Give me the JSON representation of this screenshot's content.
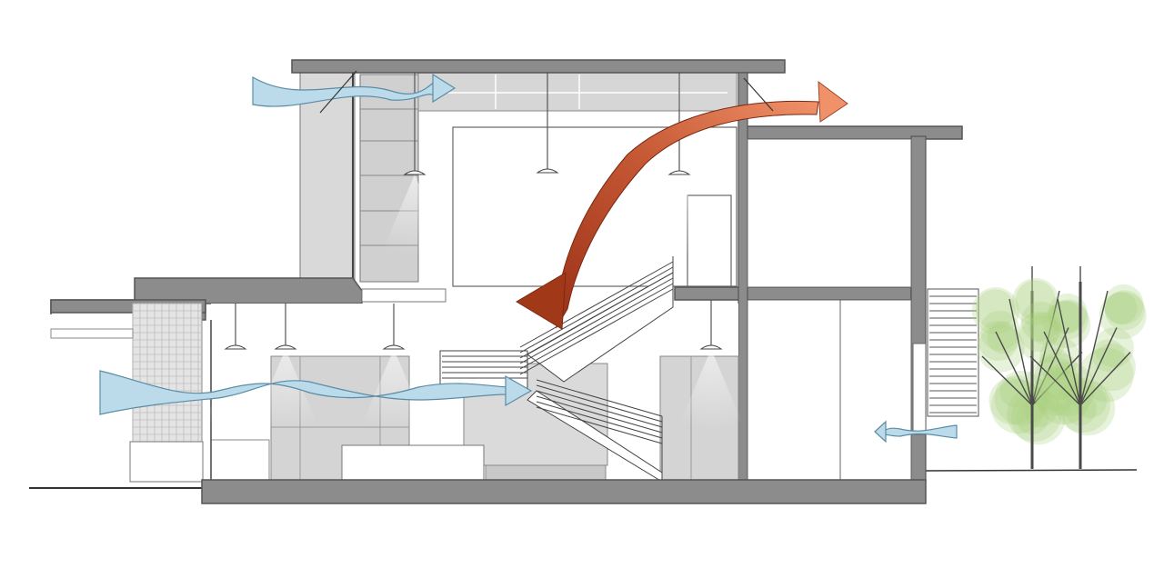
{
  "diagram": {
    "kind": "building-section",
    "labels": [],
    "colors": {
      "structure": "#8c8c8c",
      "structure_stroke": "#555555",
      "glazing": "#d4d4d4",
      "glazing_light": "#e6e6e6",
      "cool_air": "#bcdbea",
      "cool_air_stroke": "#5a8ca6",
      "warm_air_start": "#f0916a",
      "warm_air_end": "#9c3018",
      "tree_foliage": "#a9cf7f",
      "tree_trunk": "#4a4a4a",
      "ground": "#333333"
    },
    "airflows": [
      {
        "name": "cool-air-clerestory-inflow",
        "type": "cool"
      },
      {
        "name": "cool-air-ground-floor-inflow",
        "type": "cool"
      },
      {
        "name": "cool-air-side-inflow",
        "type": "cool"
      },
      {
        "name": "warm-air-stack-exhaust",
        "type": "warm"
      }
    ],
    "elements": [
      "roof-slab",
      "clerestory-windows",
      "stair",
      "pendant-lights",
      "glazed-wall",
      "glass-block-wall",
      "exterior-stair",
      "trees"
    ]
  }
}
